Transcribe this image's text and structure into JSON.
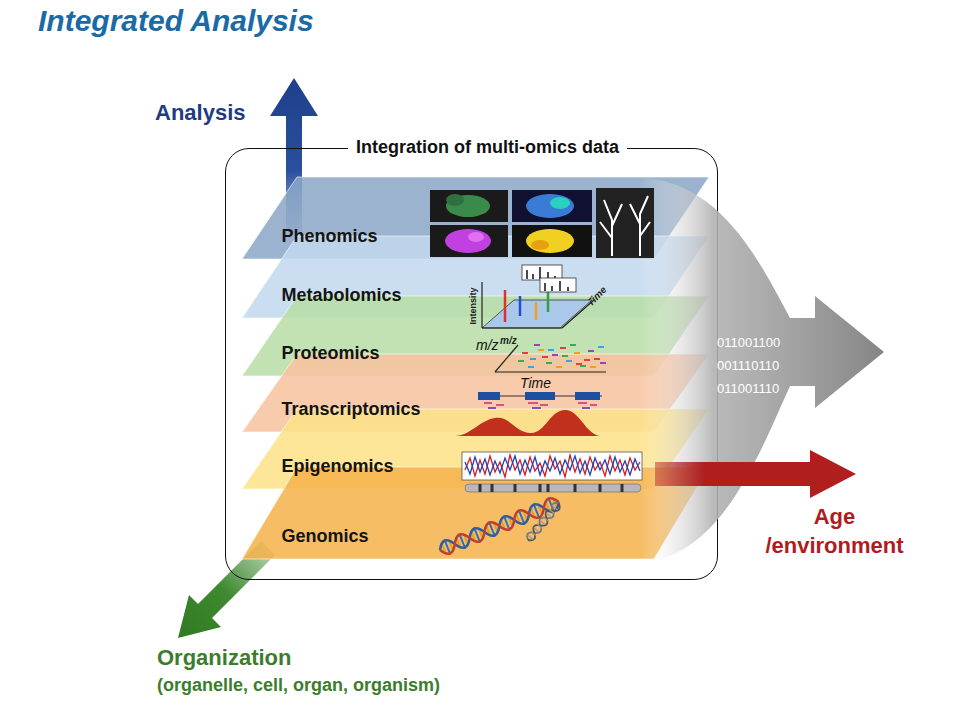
{
  "diagram": {
    "title": "Integrated Analysis",
    "nodes": [
      {
        "text": [
          "Integration of multi-omics data"
        ]
      },
      {
        "text": [
          "Phenomics"
        ],
        "in": 0
      },
      {
        "text": [
          "Metabolomics"
        ],
        "in": 0
      },
      {
        "text": [
          "Proteomics"
        ],
        "in": 0
      },
      {
        "text": [
          "Transcriptomics"
        ],
        "in": 0
      },
      {
        "text": [
          "Epigenomics"
        ],
        "in": 0
      },
      {
        "text": [
          "Genomics"
        ],
        "in": 0
      }
    ],
    "labels": [
      "Analysis",
      "Intensity",
      "m/z",
      "Time",
      "m/z",
      "Time",
      "011001100",
      "001110110",
      "011001110",
      "Age /environment",
      "Organization",
      "(organelle, cell, organ, organism)"
    ]
  }
}
